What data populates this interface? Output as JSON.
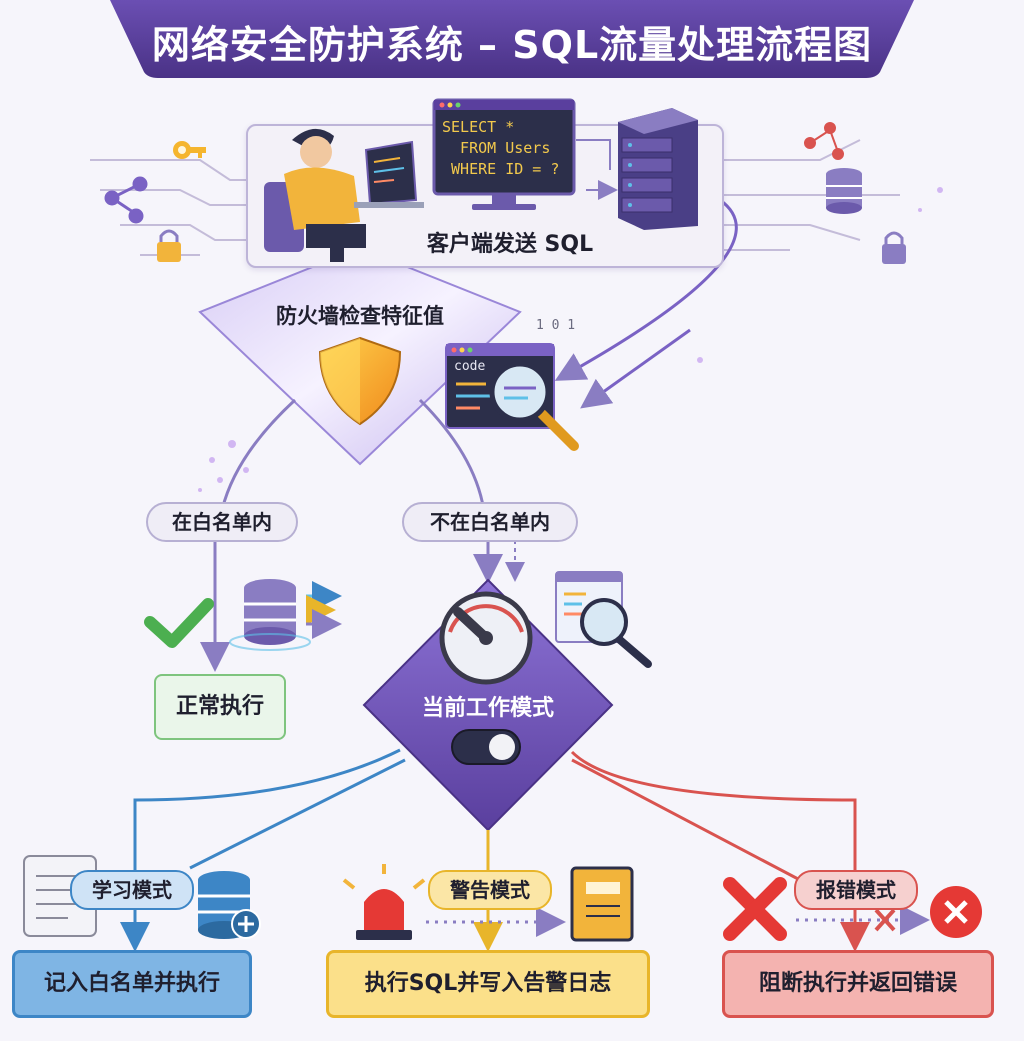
{
  "title": "网络安全防护系统 – SQL流量处理流程图",
  "client": {
    "label": "客户端发送 SQL",
    "code_lines": [
      "SELECT *",
      "  FROM Users",
      " WHERE ID = ?"
    ]
  },
  "firewall": {
    "label": "防火墙检查特征值"
  },
  "code_window_label": "code",
  "binary_digits": "1 0 1",
  "branches": {
    "in_whitelist": "在白名单内",
    "not_in_whitelist": "不在白名单内"
  },
  "normal_exec": "正常执行",
  "mode_node": {
    "label": "当前工作模式"
  },
  "modes": {
    "learn": {
      "label": "学习模式",
      "action": "记入白名单并执行"
    },
    "warn": {
      "label": "警告模式",
      "action": "执行SQL并写入告警日志"
    },
    "error": {
      "label": "报错模式",
      "action": "阻断执行并返回错误"
    }
  },
  "colors": {
    "title_bg": "#5a3f9e",
    "accent_purple": "#7a62c4",
    "learn_blue": "#3d86c6",
    "warn_yellow": "#e8b52a",
    "error_red": "#d9534f",
    "success_green": "#4caf50"
  }
}
